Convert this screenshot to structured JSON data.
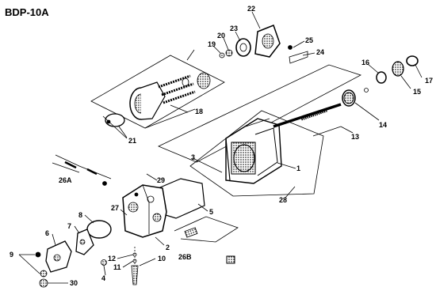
{
  "title": "BDP-10A",
  "callouts": [
    "22",
    "20",
    "19",
    "23",
    "25",
    "24",
    "16",
    "17",
    "15",
    "18",
    "14",
    "13",
    "21",
    "3",
    "1",
    "26A",
    "29",
    "28",
    "5",
    "8",
    "27",
    "6",
    "7",
    "2",
    "9",
    "12",
    "11",
    "10",
    "4",
    "30",
    "26B"
  ],
  "colors": {
    "ink": "#000000",
    "paper": "#ffffff"
  }
}
